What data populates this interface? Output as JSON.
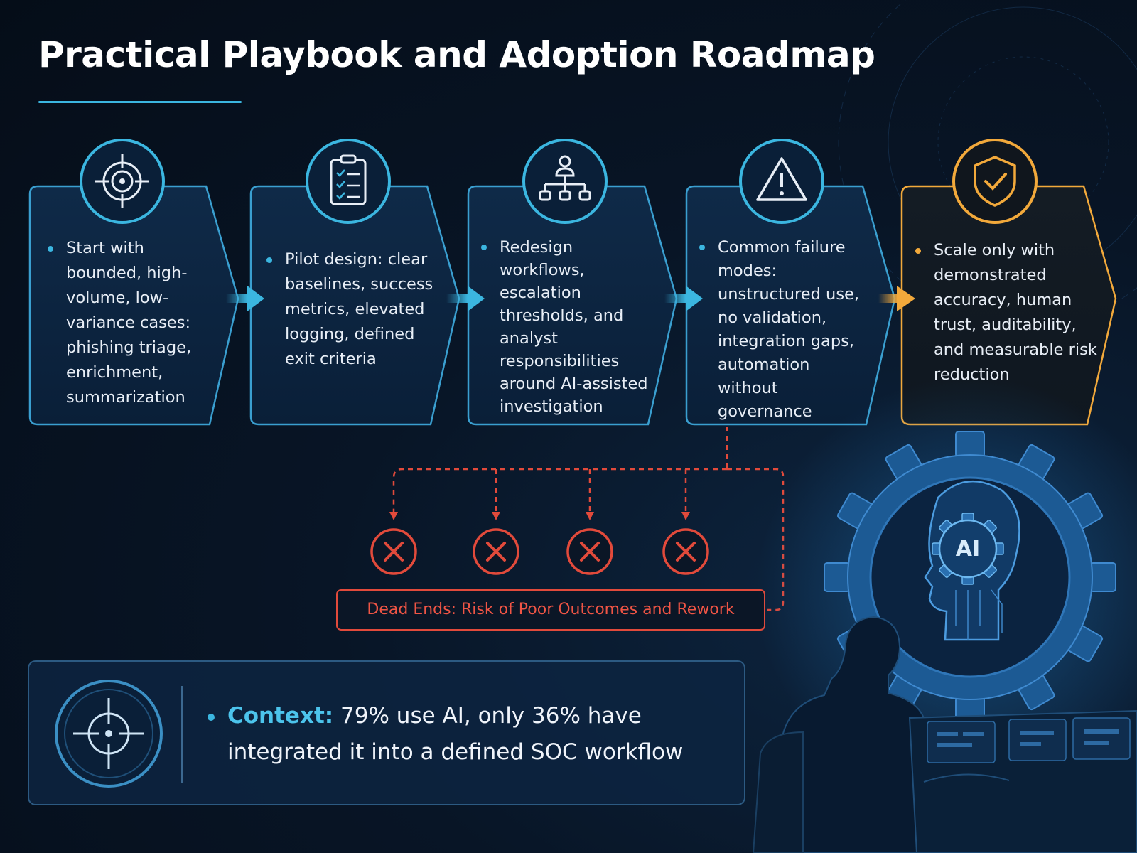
{
  "title": "Practical Playbook and Adoption Roadmap",
  "steps": [
    {
      "icon": "target-icon",
      "text": "Start with bounded, high-volume, low-variance cases: phishing triage, enrichment, summarization"
    },
    {
      "icon": "clipboard-checklist-icon",
      "text": "Pilot design: clear baselines, success metrics, elevated logging, defined exit criteria"
    },
    {
      "icon": "org-chart-icon",
      "text": "Redesign workflows, escalation thresholds, and analyst responsibilities around AI-assisted investigation"
    },
    {
      "icon": "warning-triangle-icon",
      "text": "Common failure modes: unstructured use, no validation, integration gaps, automation without governance"
    },
    {
      "icon": "shield-check-icon",
      "text": "Scale only with demonstrated accuracy, human trust, auditability, and measurable risk reduction"
    }
  ],
  "dead_ends": {
    "label": "Dead Ends: Risk of Poor Outcomes and Rework",
    "count": 4
  },
  "context": {
    "lead": "Context:",
    "text": " 79% use AI, only 36% have integrated it into a defined SOC workflow"
  },
  "illustration": {
    "label": "AI"
  },
  "colors": {
    "accent": "#3bb6e0",
    "gold": "#f2a93b",
    "danger": "#f05545"
  }
}
